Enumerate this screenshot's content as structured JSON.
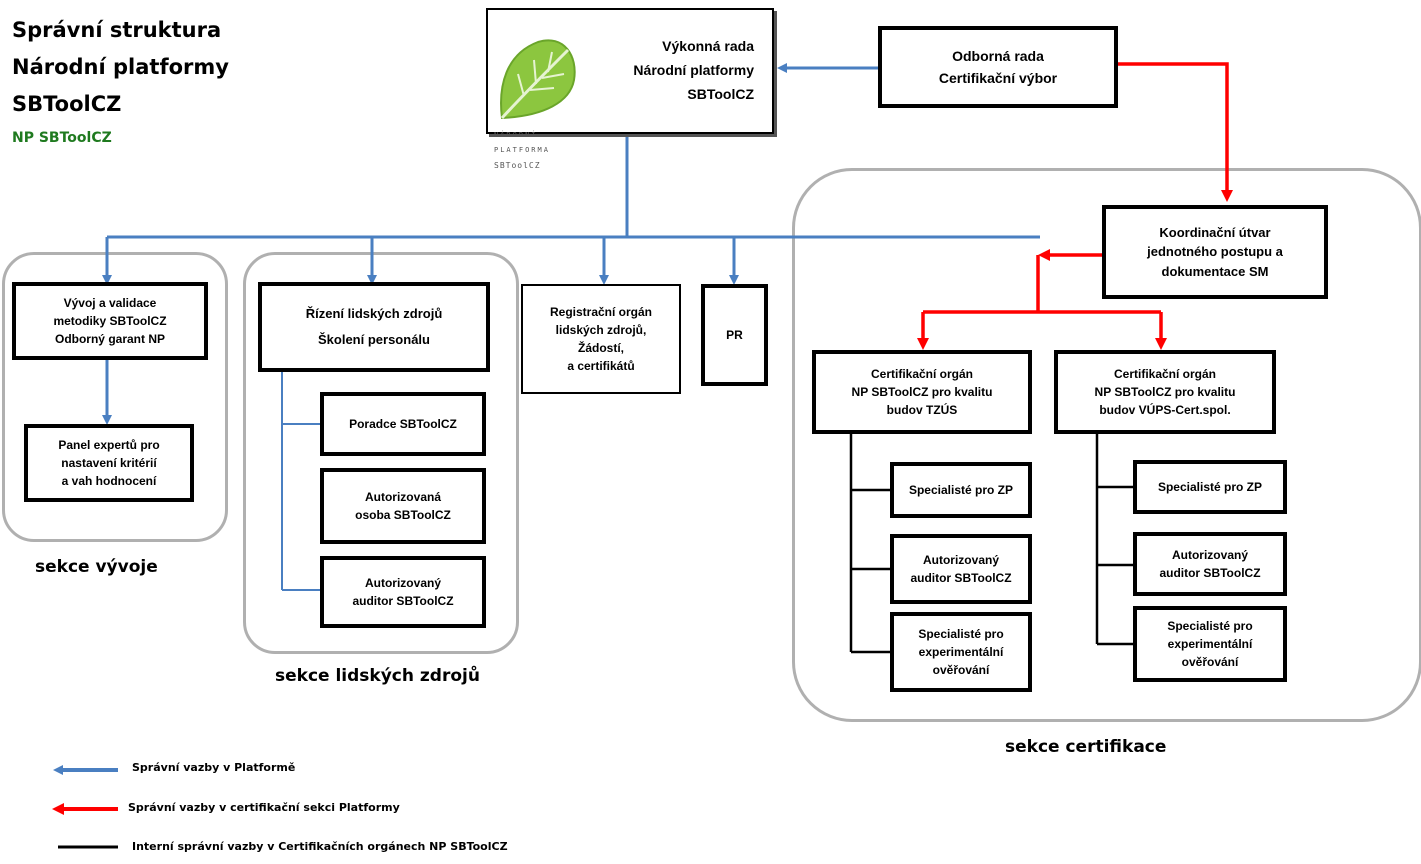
{
  "header": {
    "title_lines": [
      "Správní struktura",
      "Národní platformy",
      "SBToolCZ"
    ],
    "subtitle": "NP SBToolCZ"
  },
  "colors": {
    "admin_links": "#4a7fc1",
    "cert_links": "#ff0000",
    "internal_links": "#000000",
    "section_border": "#b0b0b0",
    "subtitle": "#1f7a1f",
    "logo_leaf": "#7fbf3f"
  },
  "logo": {
    "text_lines": [
      "NÁRODNÍ",
      "PLATFORMA",
      "SBToolCZ"
    ]
  },
  "boxes": {
    "executive": "Výkonná rada\nNárodní platformy\nSBToolCZ",
    "expert_council": "Odborná rada\nCertifikační výbor",
    "coordination": "Koordinační útvar\njednotného postupu a\ndokumentace SM",
    "dev_validation": "Vývoj a validace\nmetodiky SBToolCZ\nOdborný garant NP",
    "expert_panel": "Panel expertů pro\nnastavení kritérií\na vah hodnocení",
    "hr_management": "Řízení lidských zdrojů\nŠkolení personálu",
    "advisor": "Poradce SBToolCZ",
    "authorized_person": "Autorizovaná\nosoba SBToolCZ",
    "authorized_auditor_hr": "Autorizovaný\nauditor SBToolCZ",
    "registration": "Registrační orgán\nlidských zdrojů,\nŽádostí,\na certifikátů",
    "pr": "PR",
    "cert_body_tzus": "Certifikační orgán\nNP SBToolCZ pro kvalitu\nbudov  TZÚS",
    "cert_body_vups": "Certifikační orgán\nNP SBToolCZ pro kvalitu\nbudov VÚPS-Cert.spol.",
    "spec_zp_1": "Specialisté pro ZP",
    "auditor_1": "Autorizovaný\nauditor SBToolCZ",
    "spec_exp_1": "Specialisté pro\nexperimentální\nověřování",
    "spec_zp_2": "Specialisté pro ZP",
    "auditor_2": "Autorizovaný\nauditor SBToolCZ",
    "spec_exp_2": "Specialisté pro\nexperimentální\nověřování"
  },
  "sections": {
    "development": "sekce vývoje",
    "human_resources": "sekce lidských zdrojů",
    "certification": "sekce certifikace"
  },
  "legend": {
    "admin": "Správní vazby v Platformě",
    "cert": "Správní vazby v certifikační sekci Platformy",
    "internal": "Interní správní vazby v Certifikačních orgánech NP SBToolCZ"
  }
}
